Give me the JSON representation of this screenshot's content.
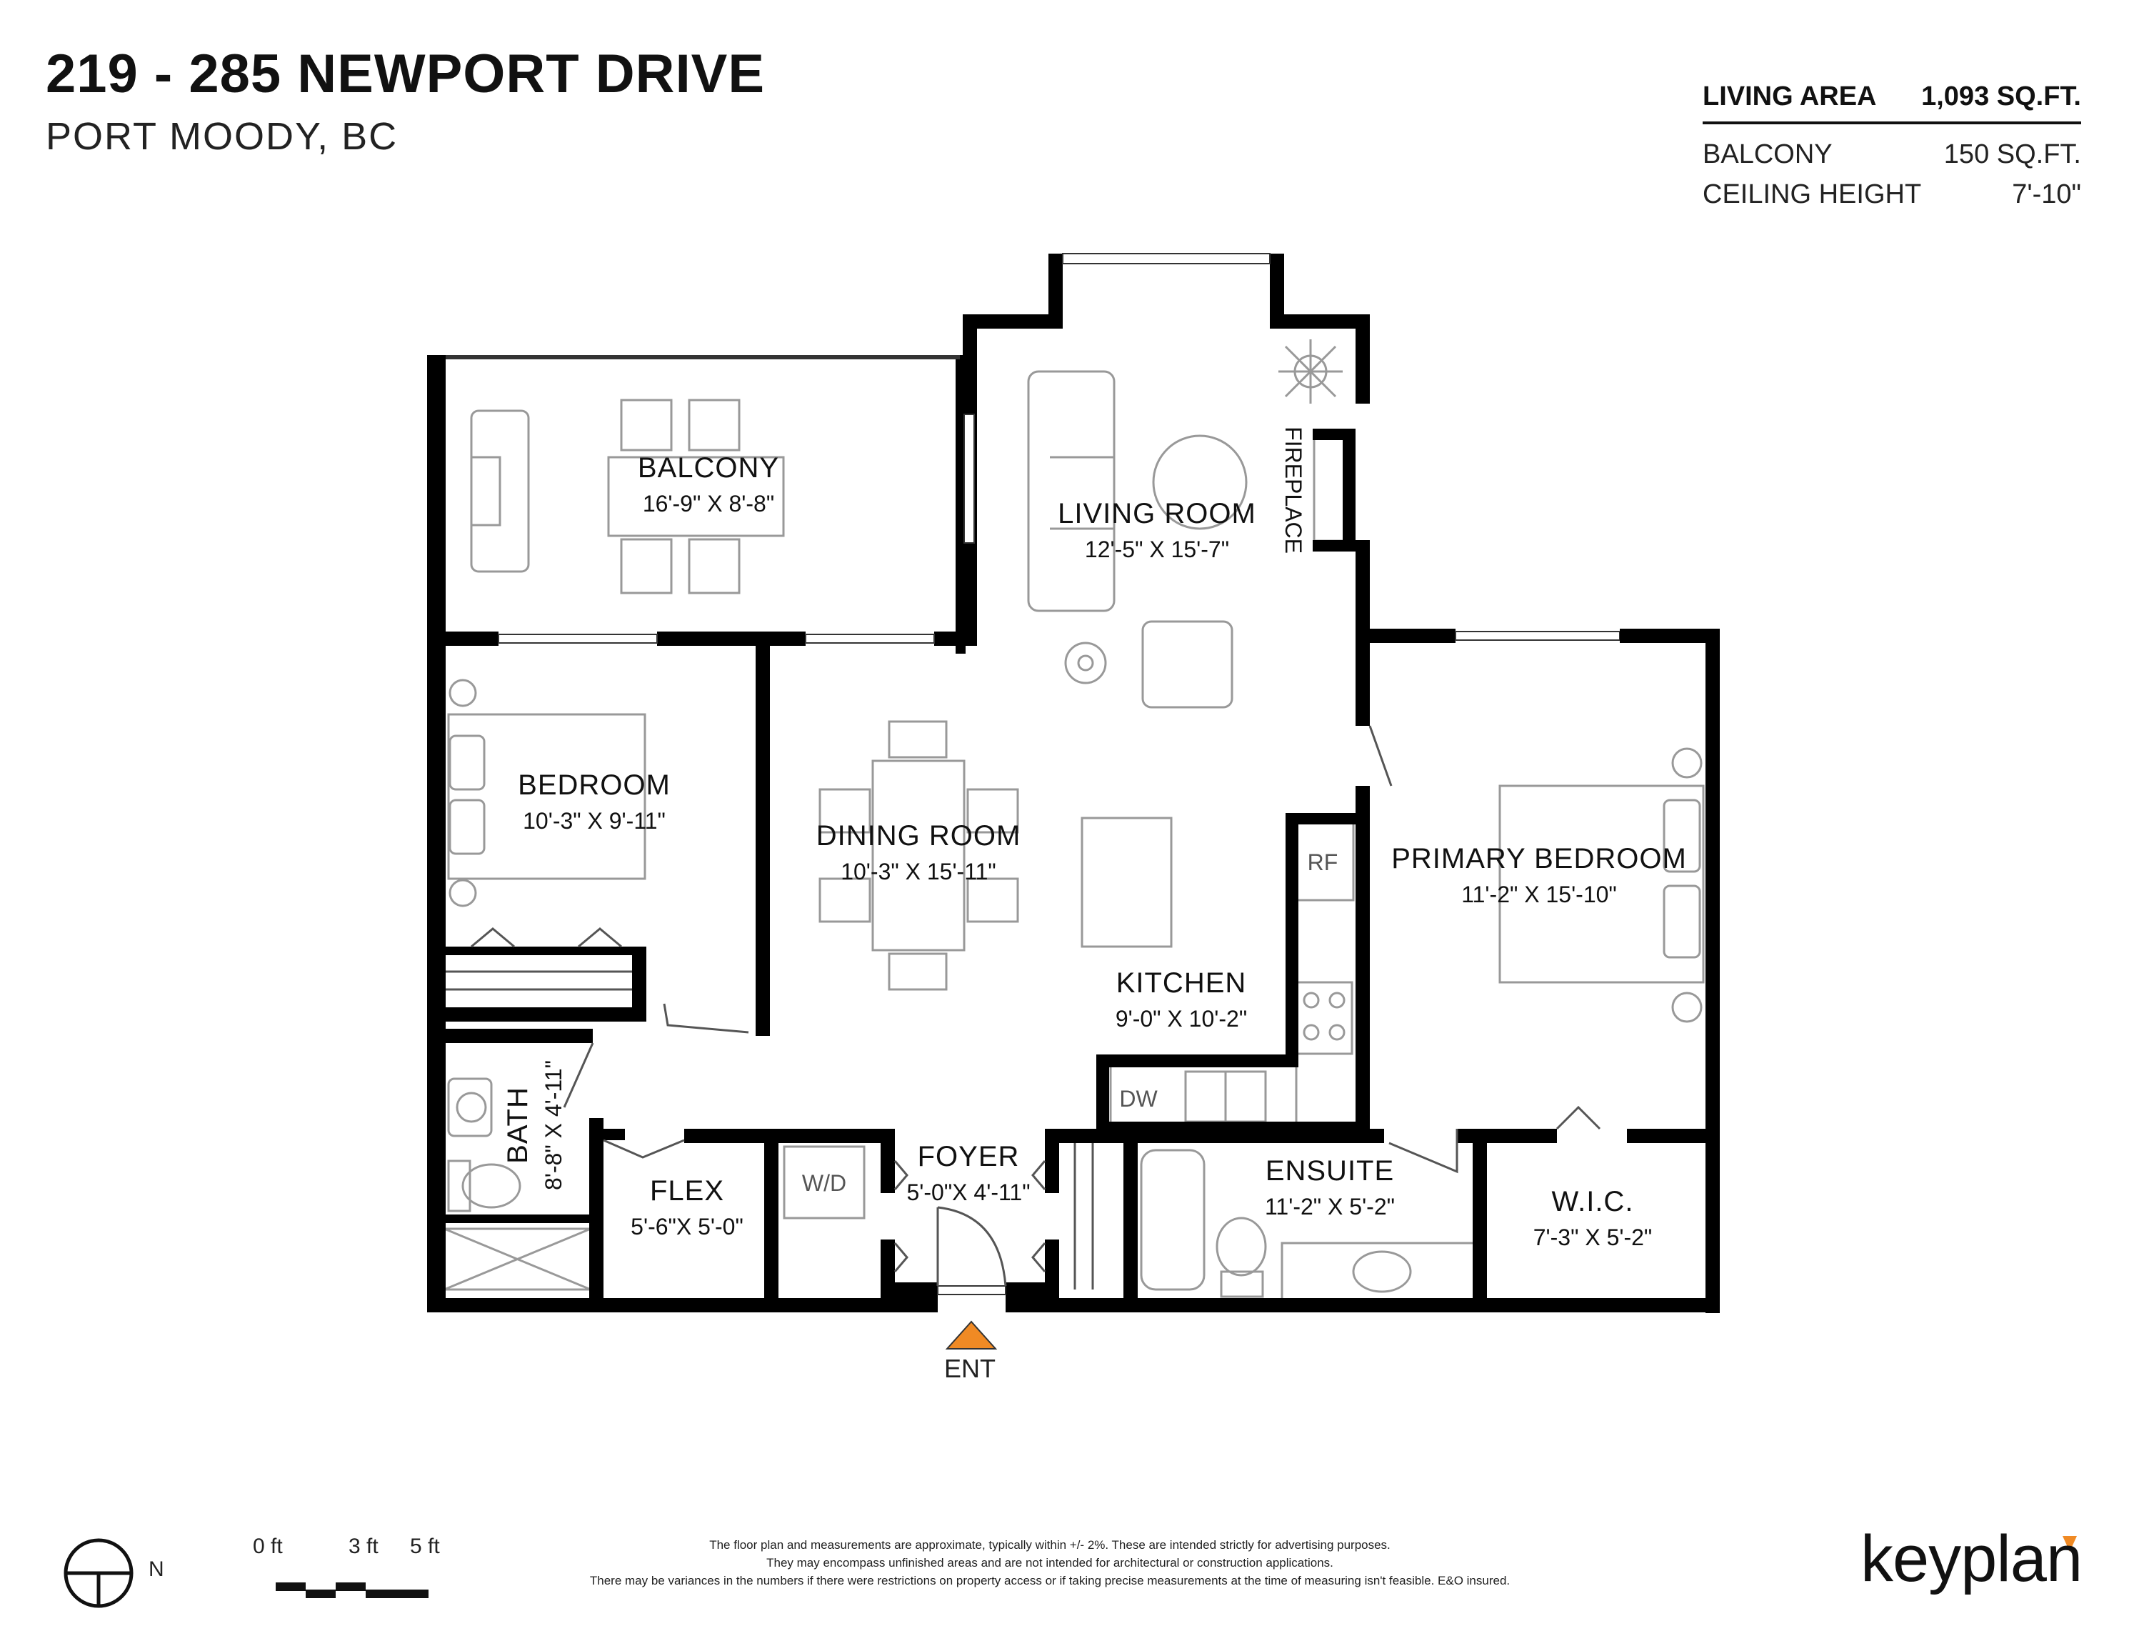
{
  "header": {
    "address": "219 - 285 NEWPORT DRIVE",
    "city": "PORT MOODY, BC"
  },
  "stats": [
    {
      "label": "LIVING AREA",
      "value": "1,093 SQ.FT."
    },
    {
      "label": "BALCONY",
      "value": "150 SQ.FT."
    },
    {
      "label": "CEILING HEIGHT",
      "value": "7'-10\""
    }
  ],
  "rooms": {
    "balcony": {
      "name": "BALCONY",
      "dims": "16'-9\"  X  8'-8\""
    },
    "living": {
      "name": "LIVING ROOM",
      "dims": "12'-5\"  X  15'-7\""
    },
    "fireplace": {
      "name": "FIREPLACE"
    },
    "bedroom": {
      "name": "BEDROOM",
      "dims": "10'-3\"  X  9'-11\""
    },
    "dining": {
      "name": "DINING ROOM",
      "dims": "10'-3\"  X  15'-11\""
    },
    "primary": {
      "name": "PRIMARY BEDROOM",
      "dims": "11'-2\"  X  15'-10\""
    },
    "kitchen": {
      "name": "KITCHEN",
      "dims": "9'-0\"  X  10'-2\""
    },
    "bath": {
      "name": "BATH",
      "dims": "8'-8\"  X  4'-11\""
    },
    "flex": {
      "name": "FLEX",
      "dims": "5'-6\"X 5'-0\""
    },
    "foyer": {
      "name": "FOYER",
      "dims": "5'-0\"X 4'-11\""
    },
    "ensuite": {
      "name": "ENSUITE",
      "dims": "11'-2\"  X  5'-2\""
    },
    "wic": {
      "name": "W.I.C.",
      "dims": "7'-3\"  X  5'-2\""
    }
  },
  "appliances": {
    "rf": "RF",
    "dw": "DW",
    "wd": "W/D"
  },
  "entrance": {
    "label": "ENT",
    "color": "#f08a24"
  },
  "north": {
    "label": "N"
  },
  "scale": {
    "labels": [
      "0 ft",
      "3 ft",
      "5 ft"
    ]
  },
  "disclaimer": [
    "The floor plan and measurements are approximate, typically within +/- 2%. These are intended strictly for advertising purposes.",
    "They may encompass unfinished areas and are not intended for architectural or construction applications.",
    "There may be variances in the numbers if there were restrictions on property access or if taking precise measurements at the time of measuring isn't feasible. E&O insured."
  ],
  "brand": {
    "name": "keyplan",
    "accent": "#f08a24"
  }
}
